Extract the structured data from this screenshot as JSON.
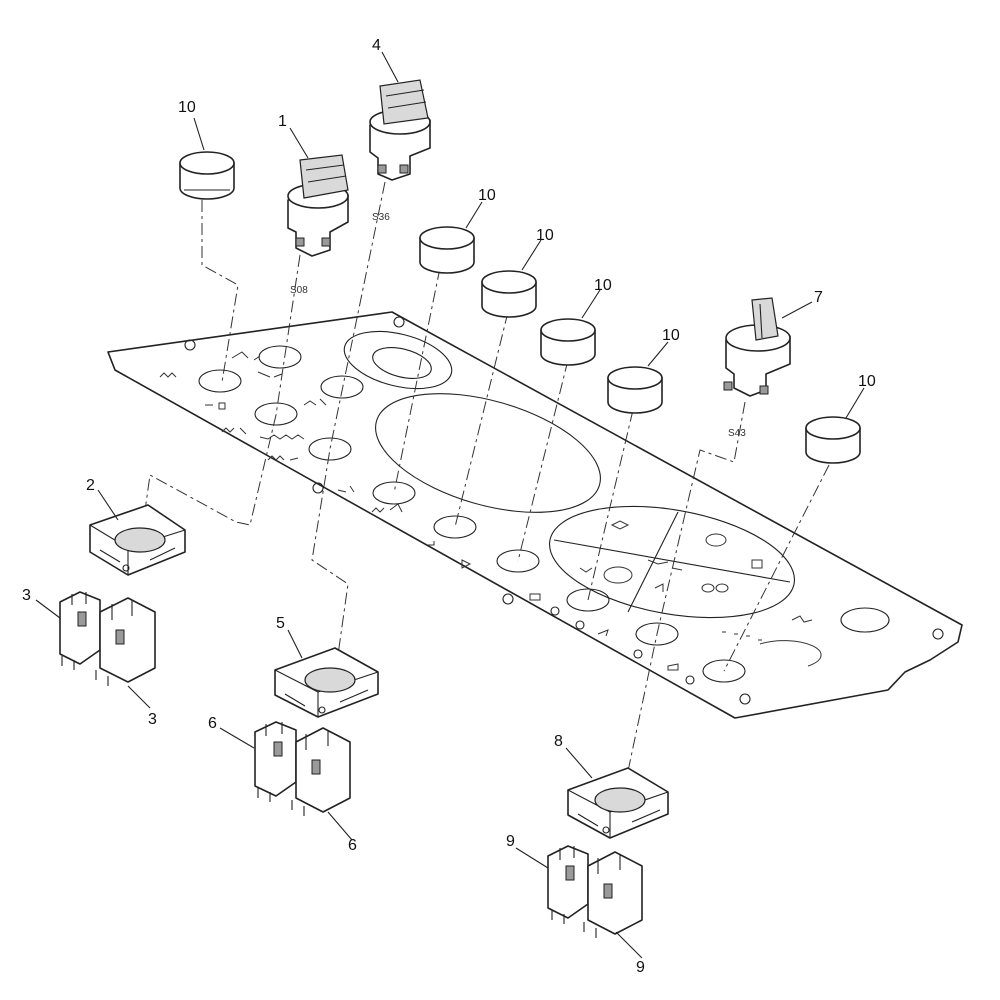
{
  "diagram": {
    "callouts": [
      {
        "id": "c10a",
        "text": "10"
      },
      {
        "id": "c1",
        "text": "1"
      },
      {
        "id": "c4",
        "text": "4"
      },
      {
        "id": "c10b",
        "text": "10"
      },
      {
        "id": "c10c",
        "text": "10"
      },
      {
        "id": "c10d",
        "text": "10"
      },
      {
        "id": "c10e",
        "text": "10"
      },
      {
        "id": "c7",
        "text": "7"
      },
      {
        "id": "c10f",
        "text": "10"
      },
      {
        "id": "c2",
        "text": "2"
      },
      {
        "id": "c3a",
        "text": "3"
      },
      {
        "id": "c3b",
        "text": "3"
      },
      {
        "id": "c5",
        "text": "5"
      },
      {
        "id": "c6a",
        "text": "6"
      },
      {
        "id": "c6b",
        "text": "6"
      },
      {
        "id": "c8",
        "text": "8"
      },
      {
        "id": "c9a",
        "text": "9"
      },
      {
        "id": "c9b",
        "text": "9"
      }
    ],
    "switch_codes": {
      "s08": "S08",
      "s36": "S36",
      "s43": "S43"
    }
  }
}
